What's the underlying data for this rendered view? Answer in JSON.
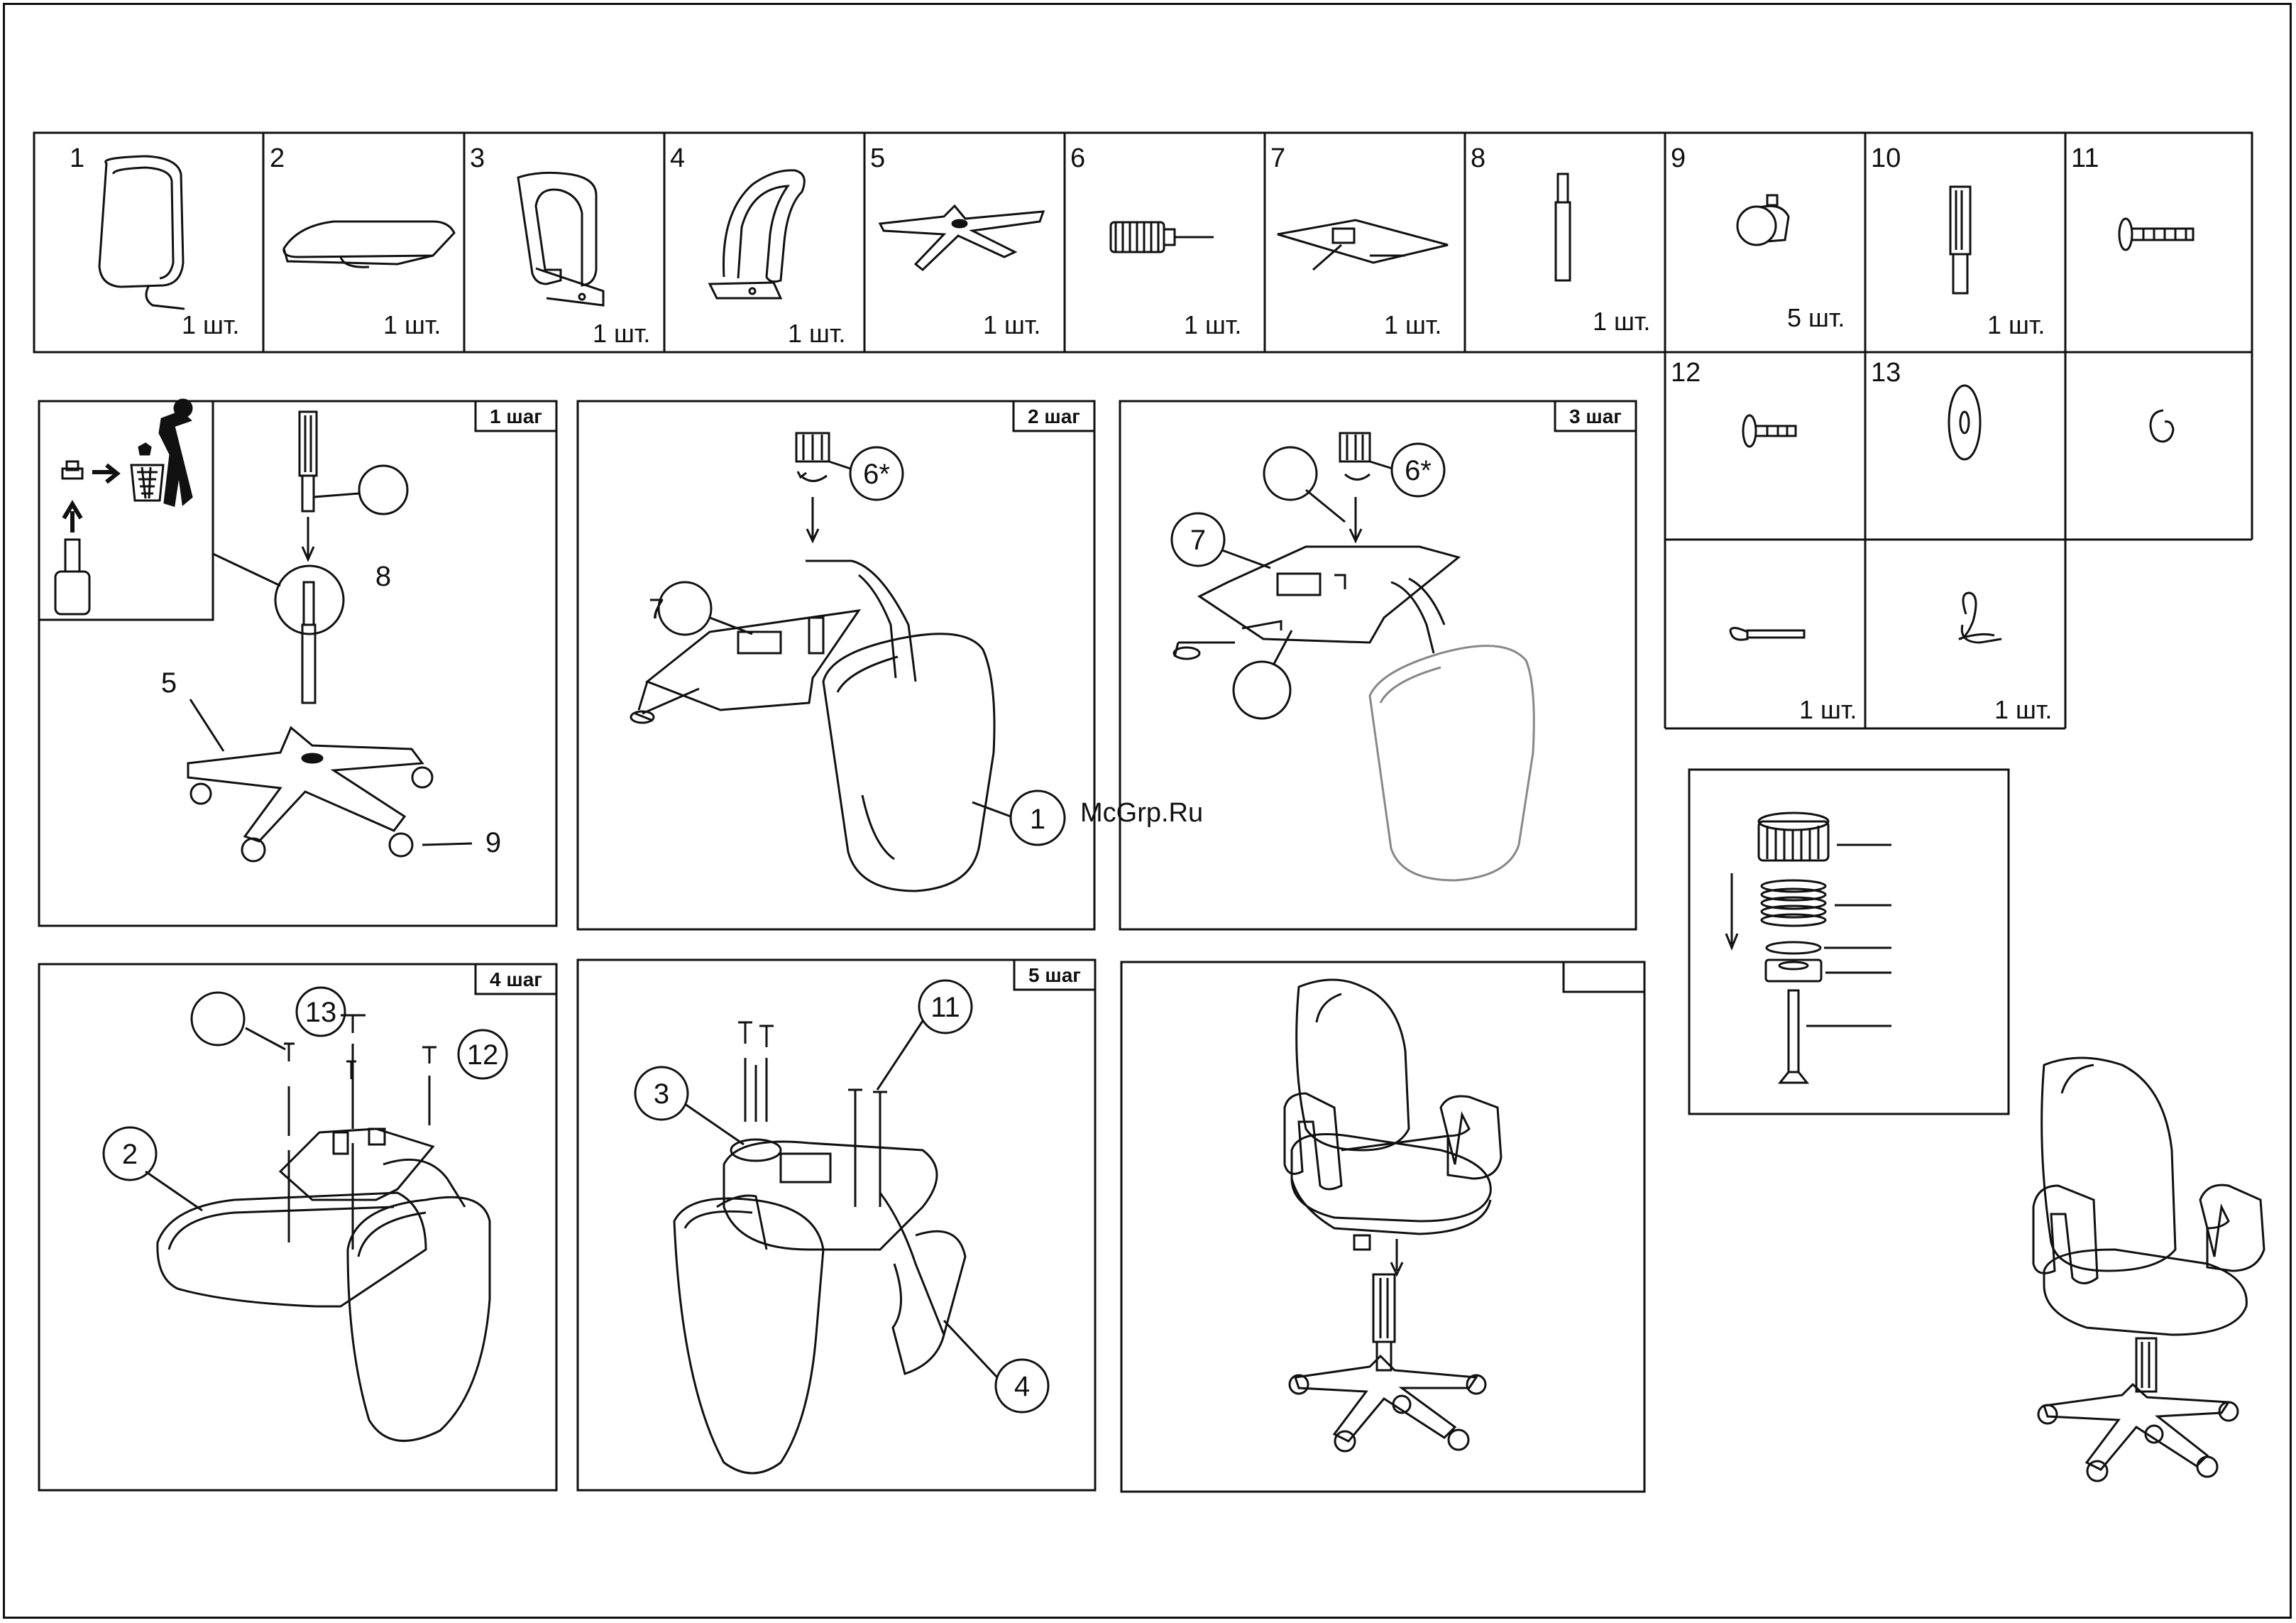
{
  "watermark": "McGrp.Ru",
  "parts": [
    {
      "num": "1",
      "qty": "1 шт.",
      "icon": "backrest-icon"
    },
    {
      "num": "2",
      "qty": "1 шт.",
      "icon": "seat-icon"
    },
    {
      "num": "3",
      "qty": "1 шт.",
      "icon": "left-armrest-icon"
    },
    {
      "num": "4",
      "qty": "1 шт.",
      "icon": "right-armrest-icon"
    },
    {
      "num": "5",
      "qty": "1 шт.",
      "icon": "five-star-base-icon"
    },
    {
      "num": "6",
      "qty": "1 шт.",
      "icon": "tension-knob-icon"
    },
    {
      "num": "7",
      "qty": "1 шт.",
      "icon": "mechanism-plate-icon"
    },
    {
      "num": "8",
      "qty": "1 шт.",
      "icon": "gas-lift-icon"
    },
    {
      "num": "9",
      "qty": "5 шт.",
      "icon": "caster-icon"
    },
    {
      "num": "10",
      "qty": "1 шт.",
      "icon": "gas-lift-cover-icon"
    },
    {
      "num": "11",
      "qty": "",
      "icon": "long-bolt-icon"
    },
    {
      "num": "12",
      "qty": "",
      "icon": "short-bolt-icon"
    },
    {
      "num": "13",
      "qty": "",
      "icon": "washer-icon"
    },
    {
      "num": "",
      "qty": "",
      "icon": "spring-washer-icon"
    },
    {
      "num": "",
      "qty": "1 шт.",
      "icon": "knob-bolt-icon"
    },
    {
      "num": "",
      "qty": "1 шт.",
      "icon": "pin-clip-icon"
    }
  ],
  "steps": [
    {
      "label": "1 шаг",
      "callouts": [
        "8",
        "5",
        "9"
      ]
    },
    {
      "label": "2 шаг",
      "callouts": [
        "6*",
        "7",
        "1"
      ]
    },
    {
      "label": "3 шаг",
      "callouts": [
        "6*",
        "7"
      ]
    },
    {
      "label": "4 шаг",
      "callouts": [
        "13",
        "12",
        "2"
      ]
    },
    {
      "label": "5 шаг",
      "callouts": [
        "11",
        "3",
        "4"
      ]
    },
    {
      "label": ""
    }
  ],
  "colors": {
    "line": "#111111",
    "watermark": "#cc1f1f"
  }
}
